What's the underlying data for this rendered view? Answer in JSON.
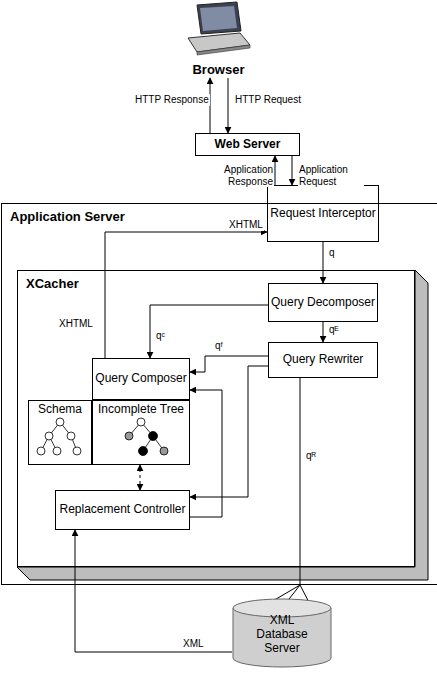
{
  "diagram": {
    "nodes": [
      {
        "text": [
          "Browser"
        ]
      },
      {
        "text": [
          "Web Server"
        ]
      },
      {
        "text": [
          "Application Server"
        ]
      },
      {
        "text": [
          "Request Interceptor"
        ],
        "in": 2
      },
      {
        "text": [
          "XCacher"
        ],
        "in": 2
      },
      {
        "text": [
          "Query Decomposer"
        ],
        "in": 4
      },
      {
        "text": [
          "Query Rewriter"
        ],
        "in": 4
      },
      {
        "text": [
          "Query Composer"
        ],
        "in": 4
      },
      {
        "text": [
          "Schema"
        ],
        "in": 4
      },
      {
        "text": [
          "Incomplete Tree"
        ],
        "in": 4
      },
      {
        "text": [
          "Replacement Controller"
        ],
        "in": 4
      },
      {
        "text": [
          "XML Database Server"
        ]
      }
    ],
    "edges": [
      {
        "from": 1,
        "to": 0,
        "label": "HTTP Response",
        "arrow": "to"
      },
      {
        "from": 0,
        "to": 1,
        "label": "HTTP Request",
        "arrow": "to"
      },
      {
        "from": 3,
        "to": 1,
        "label": "Application Response",
        "arrow": "to"
      },
      {
        "from": 1,
        "to": 3,
        "label": "Application Request",
        "arrow": "to"
      },
      {
        "from": 3,
        "to": 5,
        "label": "q",
        "arrow": "to"
      },
      {
        "from": 7,
        "to": 3,
        "label": "XHTML",
        "arrow": "to"
      },
      {
        "from": 5,
        "to": 7,
        "label": "qᶜ",
        "arrow": "to"
      },
      {
        "from": 5,
        "to": 6,
        "label": "qᴱ",
        "arrow": "to"
      },
      {
        "from": 6,
        "to": 7,
        "label": "qᶠ",
        "arrow": "to"
      },
      {
        "from": 6,
        "to": 10,
        "arrow": "to"
      },
      {
        "from": 6,
        "to": 11,
        "label": "qᴿ",
        "arrow": "to"
      },
      {
        "from": 11,
        "to": 10,
        "label": "XML",
        "arrow": "to"
      },
      {
        "from": 10,
        "to": 7,
        "arrow": "to"
      },
      {
        "from": 10,
        "to": 9,
        "arrow": "both"
      }
    ],
    "labels": [
      "XHTML"
    ]
  }
}
